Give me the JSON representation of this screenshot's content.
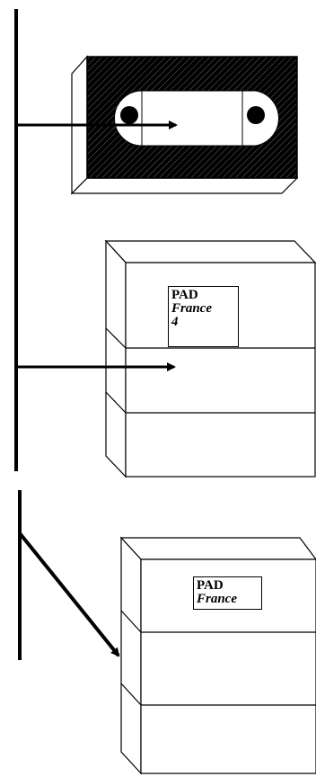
{
  "diagram": {
    "colors": {
      "ink": "#000000",
      "paper": "#ffffff"
    },
    "cassette": {
      "icon": "video-cassette-icon"
    },
    "box1": {
      "line1": "PAD",
      "line2": "France",
      "line3": "4"
    },
    "box2": {
      "line1": "PAD",
      "line2": "France"
    }
  }
}
